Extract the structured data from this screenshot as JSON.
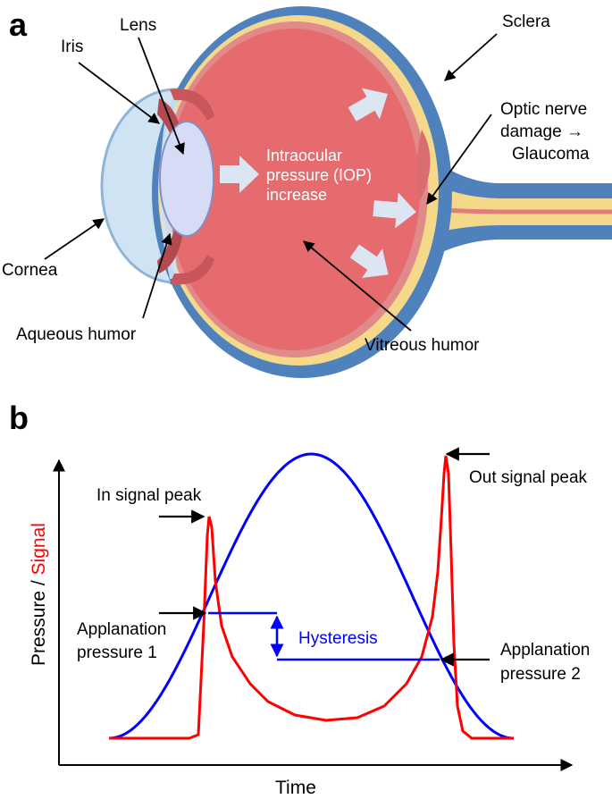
{
  "panel_a": {
    "letter": "a",
    "labels": {
      "iris": "Iris",
      "lens": "Lens",
      "sclera": "Sclera",
      "optic_line1": "Optic nerve",
      "optic_line2": "damage →",
      "optic_line3": "Glaucoma",
      "cornea": "Cornea",
      "aqueous": "Aqueous humor",
      "vitreous": "Vitreous humor",
      "iop_line1": "Intraocular",
      "iop_line2": "pressure (IOP)",
      "iop_line3": "increase"
    },
    "colors": {
      "sclera": "#4f81bd",
      "choroid": "#f5d98b",
      "retina": "#e08a8a",
      "vitreous": "#e56b6f",
      "cornea": "#cfe3f2",
      "lens": "#d6dcf5",
      "arrow": "#dce6f2"
    }
  },
  "panel_b": {
    "letter": "b",
    "x_label": "Time",
    "y_label_part1": "Pressure",
    "y_label_sep": " / ",
    "y_label_part2": "Signal",
    "annotations": {
      "in_peak": "In signal peak",
      "out_peak": "Out signal peak",
      "app1_line1": "Applanation",
      "app1_line2": "pressure  1",
      "app2_line1": "Applanation",
      "app2_line2": "pressure  2",
      "hysteresis": "Hysteresis"
    },
    "colors": {
      "pressure": "#0000ff",
      "signal": "#ff0000",
      "axis": "#000000"
    }
  }
}
